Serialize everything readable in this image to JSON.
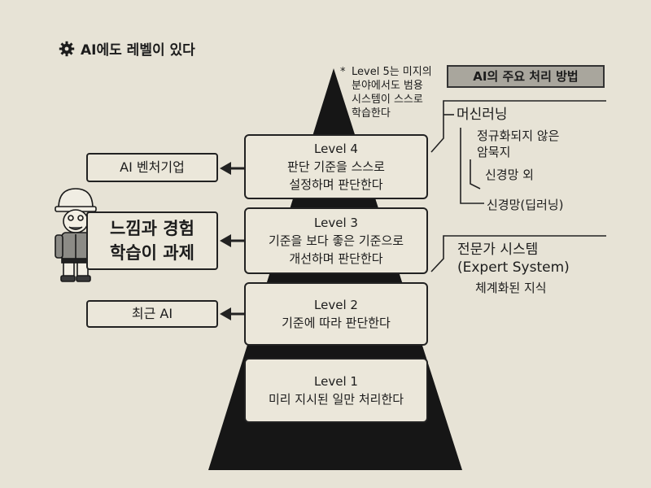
{
  "title": "AI에도 레벨이 있다",
  "note": {
    "marker": "*",
    "lines": [
      "Level 5는 미지의",
      "분야에서도 범용",
      "시스템이 스스로",
      "학습한다"
    ]
  },
  "levels": [
    {
      "name": "Level 4",
      "lines": [
        "판단 기준을 스스로",
        "설정하며 판단한다"
      ]
    },
    {
      "name": "Level 3",
      "lines": [
        "기준을 보다 좋은 기준으로",
        "개선하며 판단한다"
      ]
    },
    {
      "name": "Level 2",
      "lines": [
        "기준에 따라 판단한다"
      ]
    },
    {
      "name": "Level 1",
      "lines": [
        "미리 지시된 일만 처리한다"
      ]
    }
  ],
  "left_labels": {
    "venture": "AI 벤처기업",
    "task": [
      "느낌과 경험",
      "학습이 과제"
    ],
    "recent": "최근 AI"
  },
  "methods": {
    "header": "AI의 주요 처리 방법",
    "machine_learning": {
      "title": "머신러닝",
      "sub": [
        "정규화되지 않은",
        "암묵지"
      ],
      "items": [
        "신경망 외",
        "신경망(딥러닝)"
      ]
    },
    "expert": {
      "title": [
        "전문가 시스템",
        "(Expert System)"
      ],
      "desc": "체계화된 지식"
    }
  },
  "colors": {
    "background": "#e7e3d6",
    "ink": "#1c1c1c",
    "header_fill": "#a9a69d"
  },
  "icons": [
    "gear-icon",
    "arrow-left-icon",
    "worker-figure-icon"
  ]
}
